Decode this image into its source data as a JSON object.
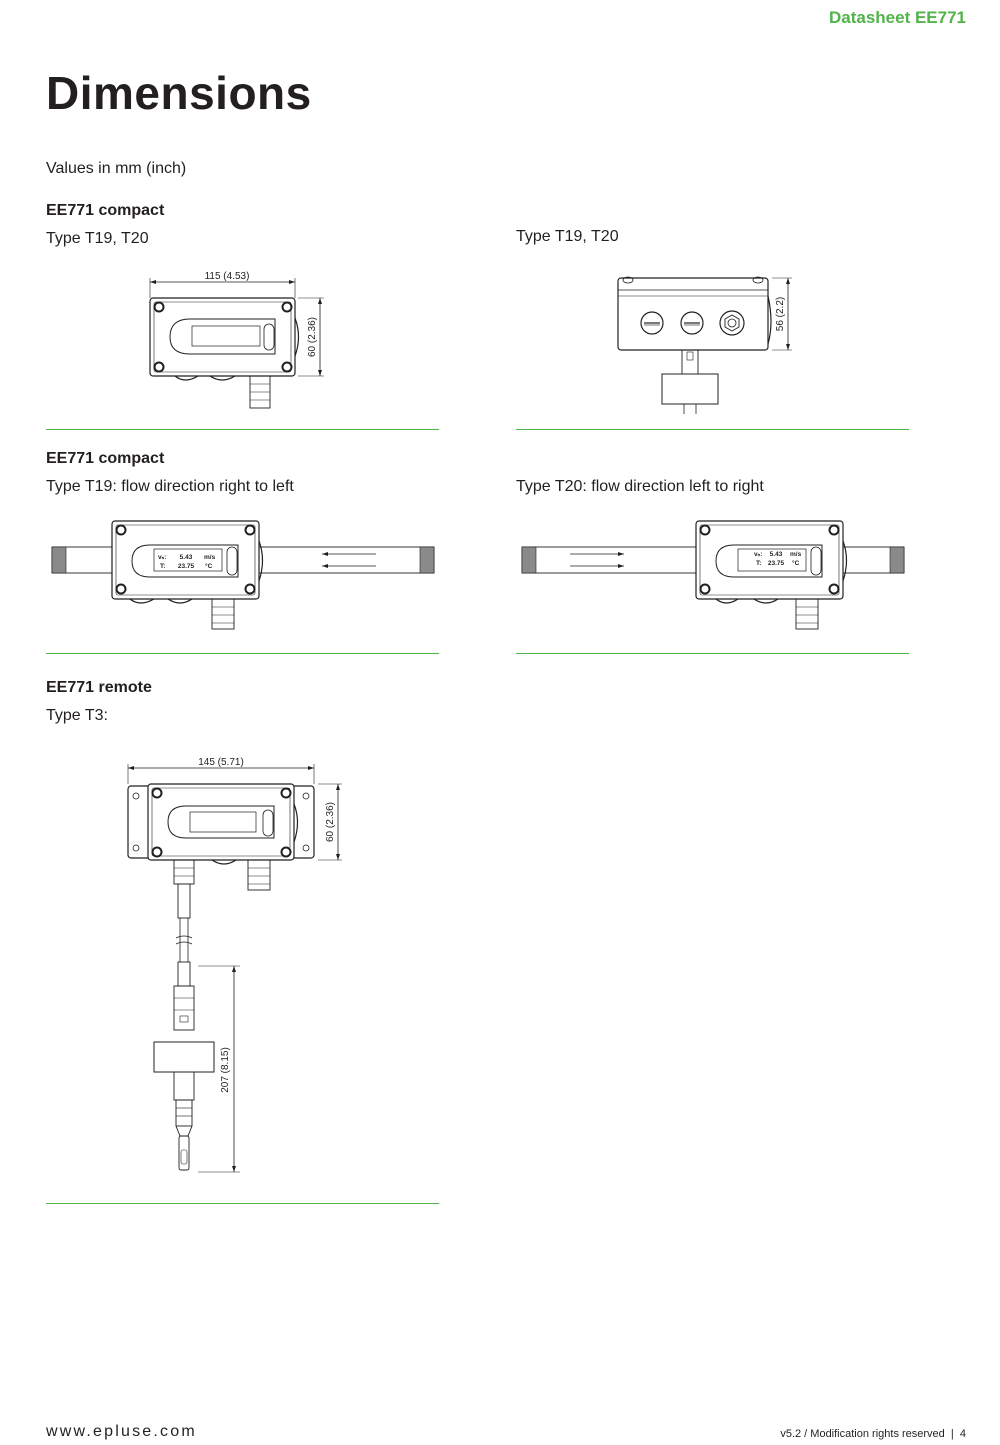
{
  "header": {
    "datasheet": "Datasheet EE771",
    "accent": "#52b34a"
  },
  "page_title": "Dimensions",
  "intro": "Values in mm (inch)",
  "sections": [
    {
      "heading": "EE771 compact",
      "subtitle": "Type T19, T20"
    },
    {
      "heading": "",
      "subtitle": "Type T19, T20"
    },
    {
      "heading": "EE771 compact",
      "subtitle": "Type T19: flow direction right to left"
    },
    {
      "heading": "",
      "subtitle": "Type T20: flow direction left to right"
    },
    {
      "heading": "EE771 remote",
      "subtitle": "Type T3:"
    }
  ],
  "dimensions": {
    "compact_width": "115 (4.53)",
    "compact_height": "60 (2.36)",
    "side_height": "56 (2.2)",
    "remote_width": "145 (5.71)",
    "remote_height": "60 (2.36)",
    "probe_length": "207 (8.15)"
  },
  "display": {
    "velocity_label": "vₙ:",
    "velocity_value": "5.43",
    "velocity_unit": "m/s",
    "temp_label": "T:",
    "temp_value": "23.75",
    "temp_unit": "°C"
  },
  "footer": {
    "website": "www.epluse.com",
    "version": "v5.2 / Modification rights reserved  |  4"
  }
}
